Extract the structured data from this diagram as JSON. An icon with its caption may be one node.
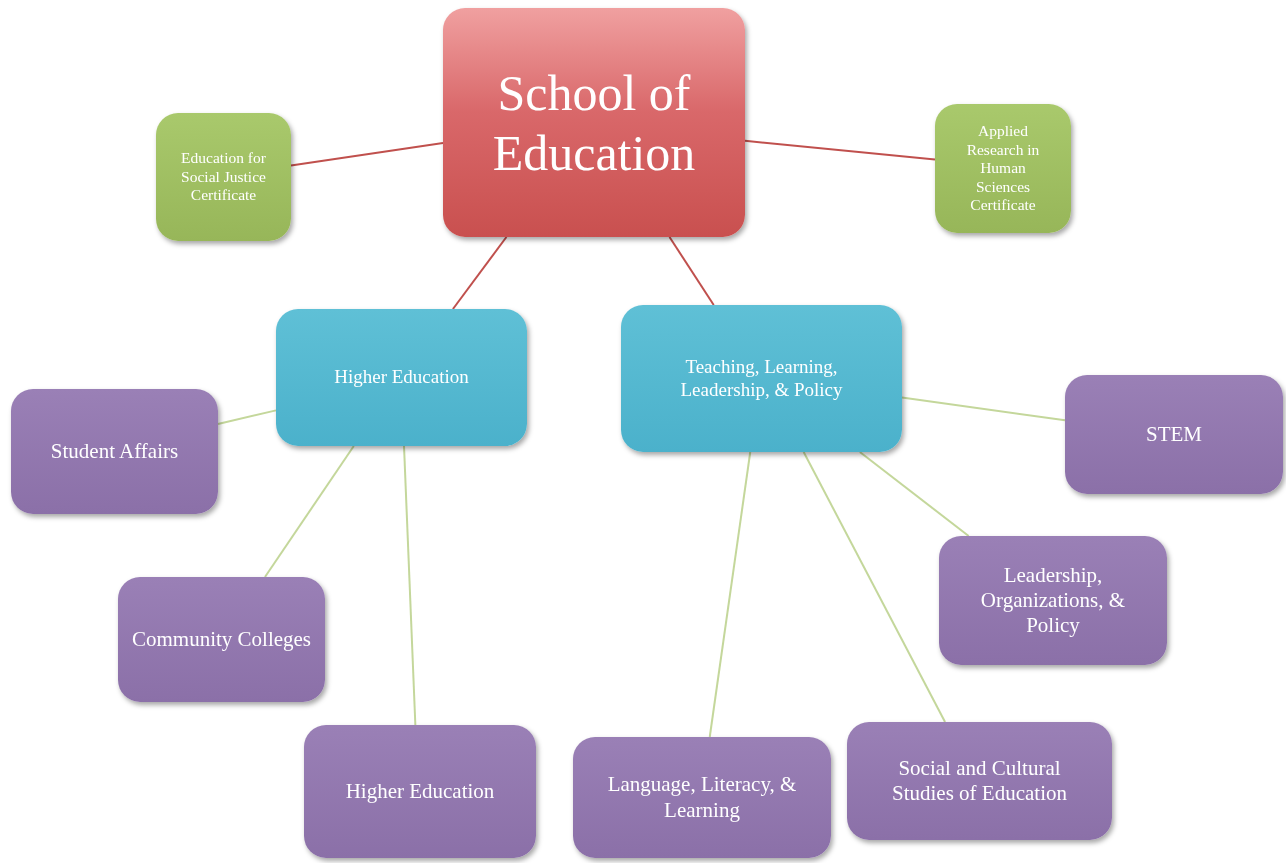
{
  "diagram": {
    "nodes": [
      {
        "text": [
          "School of Education"
        ]
      },
      {
        "text": [
          "Education for Social Justice Certificate"
        ]
      },
      {
        "text": [
          "Applied Research in Human Sciences Certificate"
        ]
      },
      {
        "text": [
          "Higher Education"
        ]
      },
      {
        "text": [
          "Teaching, Learning, Leadership, & Policy"
        ]
      },
      {
        "text": [
          "Student Affairs"
        ]
      },
      {
        "text": [
          "Community Colleges"
        ]
      },
      {
        "text": [
          "Higher Education"
        ]
      },
      {
        "text": [
          "STEM"
        ]
      },
      {
        "text": [
          "Leadership, Organizations, & Policy"
        ]
      },
      {
        "text": [
          "Language, Literacy, & Learning"
        ]
      },
      {
        "text": [
          "Social and Cultural Studies of Education"
        ]
      }
    ],
    "edges": [
      {
        "from": 0,
        "to": 1,
        "arrow": "none",
        "color": "#c0504d"
      },
      {
        "from": 0,
        "to": 2,
        "arrow": "none",
        "color": "#c0504d"
      },
      {
        "from": 0,
        "to": 3,
        "arrow": "none",
        "color": "#c0504d"
      },
      {
        "from": 0,
        "to": 4,
        "arrow": "none",
        "color": "#c0504d"
      },
      {
        "from": 3,
        "to": 5,
        "arrow": "none"
      },
      {
        "from": 3,
        "to": 6,
        "arrow": "none"
      },
      {
        "from": 3,
        "to": 7,
        "arrow": "none"
      },
      {
        "from": 4,
        "to": 8,
        "arrow": "none"
      },
      {
        "from": 4,
        "to": 9,
        "arrow": "none"
      },
      {
        "from": 4,
        "to": 10,
        "arrow": "none"
      },
      {
        "from": 4,
        "to": 11,
        "arrow": "none"
      }
    ]
  }
}
